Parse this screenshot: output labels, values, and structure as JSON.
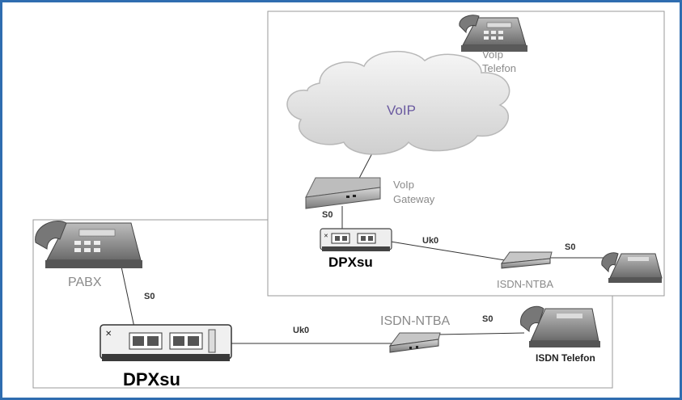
{
  "colors": {
    "frame_border": "#2f6db0",
    "panel_border": "#9a9a9a",
    "line": "#333333",
    "label_gray": "#8a8a8a",
    "cloud_text": "#6a5aa0",
    "device_dark": "#555555",
    "device_light": "#cfcfcf"
  },
  "labels": {
    "voip_phone": [
      "VoIp",
      "Telefon"
    ],
    "cloud": "VoIP",
    "voip_gateway": [
      "VoIp",
      "Gateway"
    ],
    "s0_gateway": "S0",
    "uk0_top": "Uk0",
    "s0_top": "S0",
    "dpx_top": "DPXsu",
    "ntba_top": "ISDN-NTBA",
    "pabx": "PABX",
    "s0_pabx": "S0",
    "uk0_bottom": "Uk0",
    "ntba_bottom": "ISDN-NTBA",
    "s0_bottom": "S0",
    "isdn_phone": "ISDN Telefon",
    "dpx_bottom": "DPXsu"
  },
  "icons": {
    "phone": "desk-phone-icon",
    "cloud": "cloud-icon",
    "gateway": "gateway-box-icon",
    "dpx": "dpx-device-icon",
    "ntba": "ntba-box-icon"
  }
}
